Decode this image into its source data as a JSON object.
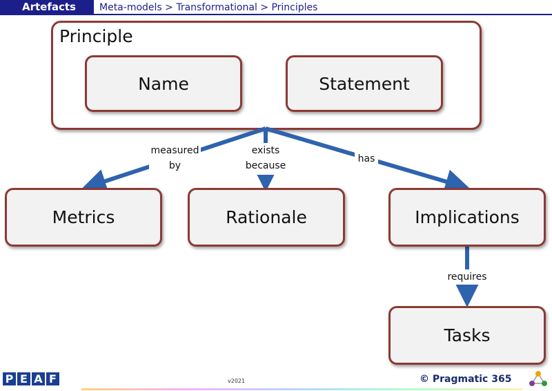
{
  "header": {
    "section_tag": "Artefacts",
    "breadcrumb": "Meta-models > Transformational > Principles"
  },
  "diagram": {
    "container_title": "Principle",
    "nodes": {
      "name": "Name",
      "statement": "Statement",
      "metrics": "Metrics",
      "rationale": "Rationale",
      "implications": "Implications",
      "tasks": "Tasks"
    },
    "edge_labels": {
      "measured_by_1": "measured",
      "measured_by_2": "by",
      "exists_because_1": "exists",
      "exists_because_2": "because",
      "has": "has",
      "requires": "requires"
    },
    "colors": {
      "box_border": "#8b3a34",
      "box_fill": "#f2f2f2",
      "arrow": "#2e63ad",
      "header": "#1c1f8a"
    }
  },
  "footer": {
    "logo_letters": [
      "P",
      "E",
      "A",
      "F"
    ],
    "version": "v2021",
    "copyright": "© Pragmatic 365"
  }
}
